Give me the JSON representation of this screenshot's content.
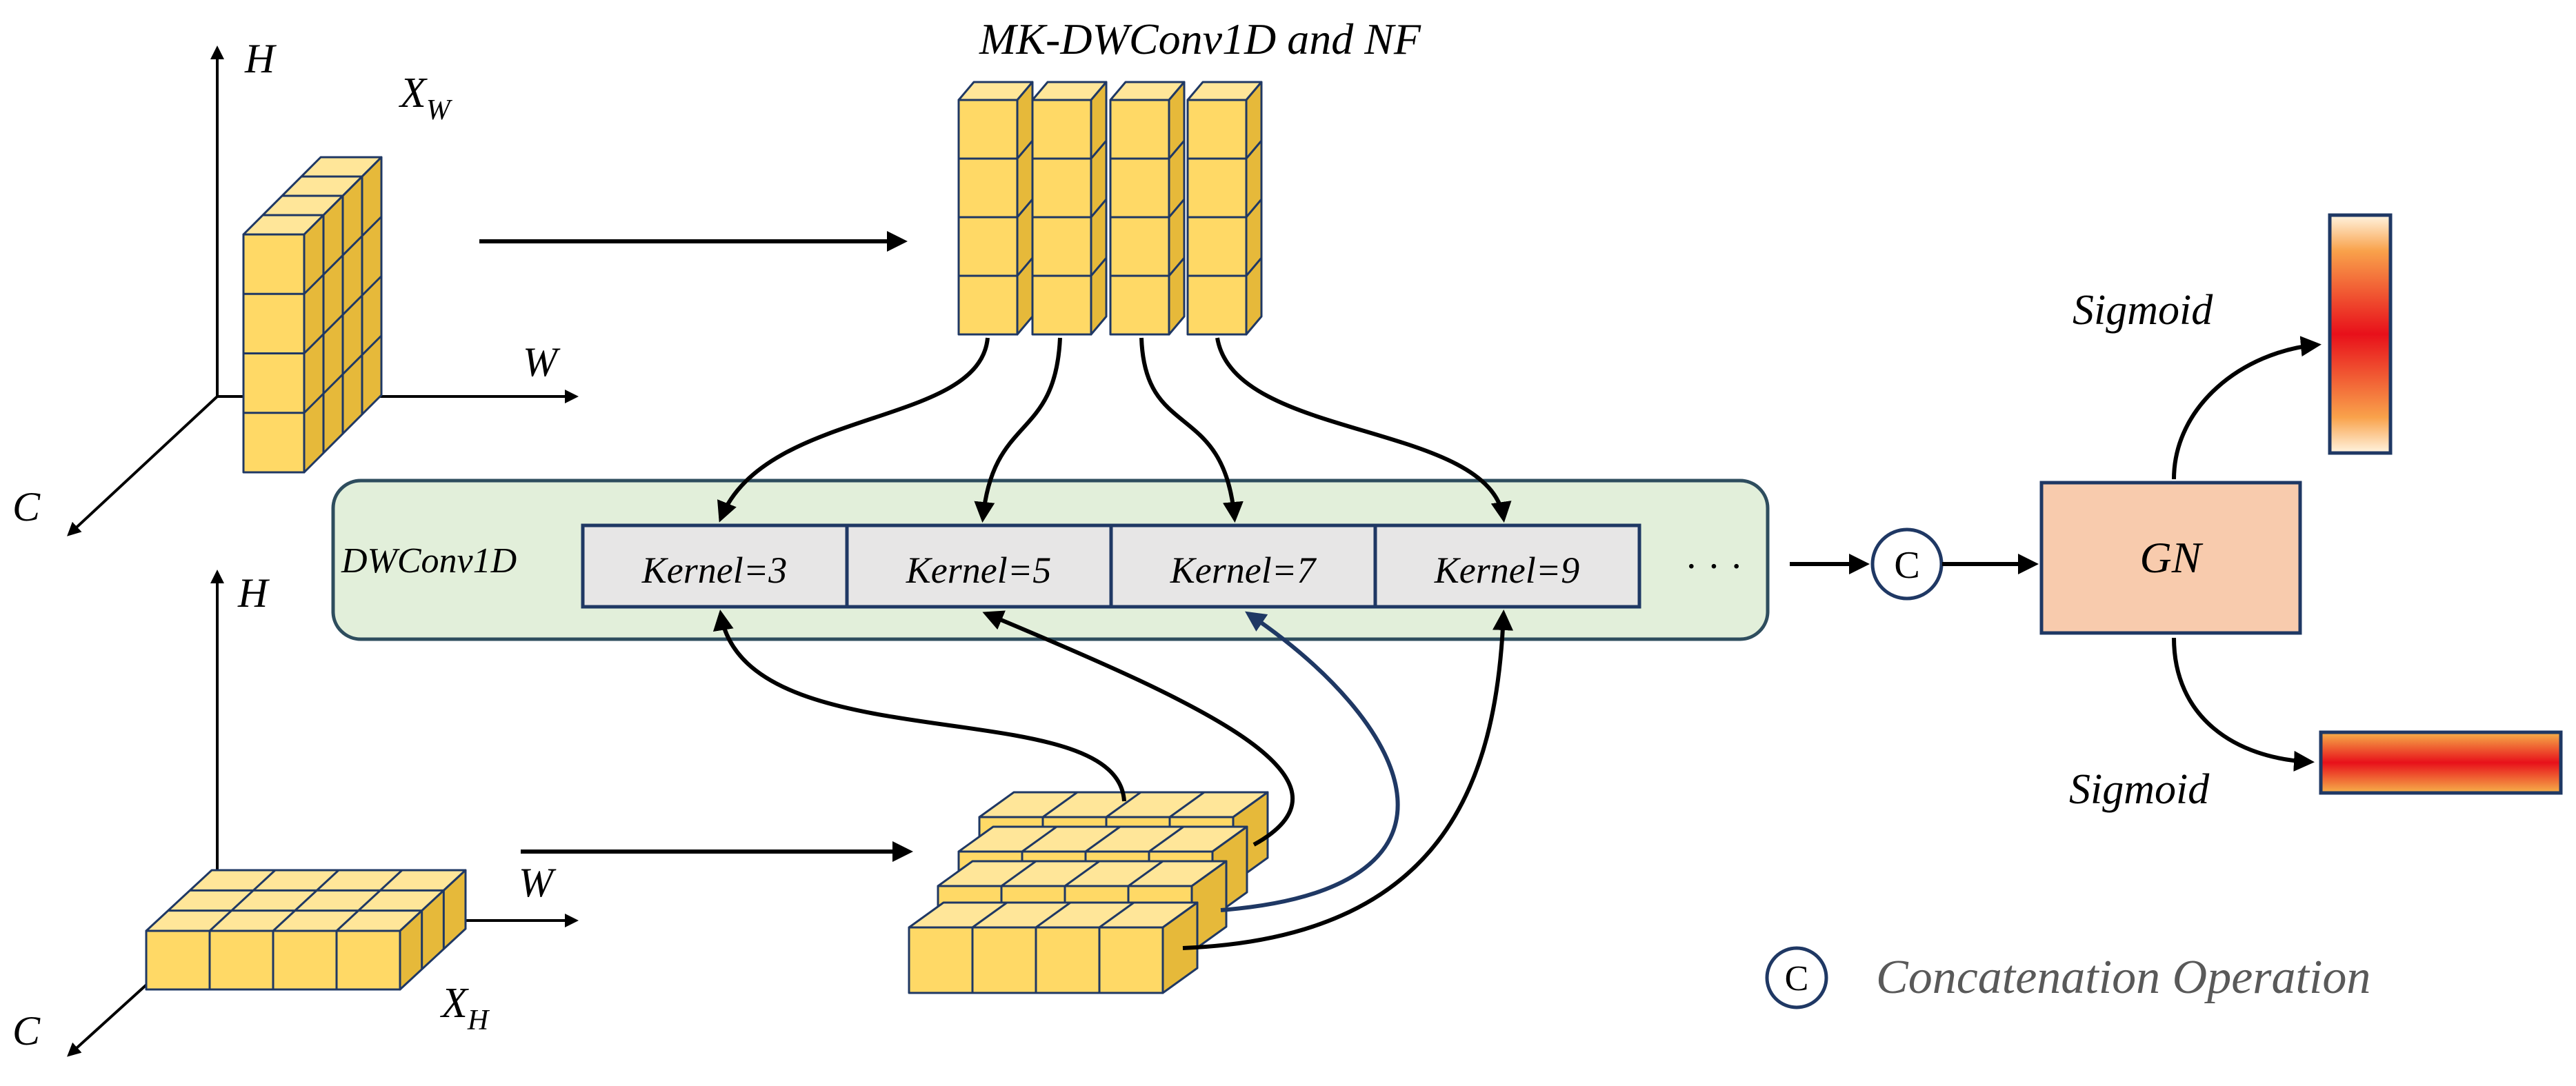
{
  "title": "MK-DWConv1D and NF",
  "axes_top": {
    "h_label": "H",
    "w_label": "W",
    "c_label": "C",
    "tensor_label": "X",
    "tensor_sub": "W"
  },
  "axes_bottom": {
    "h_label": "H",
    "w_label": "W",
    "c_label": "C",
    "tensor_label": "X",
    "tensor_sub": "H"
  },
  "dwconv": {
    "label": "DWConv1D",
    "kernels": [
      "Kernel=3",
      "Kernel=5",
      "Kernel=7",
      "Kernel=9"
    ],
    "ellipsis": "· · ·"
  },
  "concat_symbol": "C",
  "gn_label": "GN",
  "sigmoid_top": "Sigmoid",
  "sigmoid_bottom": "Sigmoid",
  "legend": {
    "symbol": "C",
    "text": "Concatenation Operation"
  },
  "colors": {
    "cube_face": "#FFD966",
    "cube_top": "#FFE699",
    "cube_side": "#E6B93A",
    "cube_edge": "#1F3864",
    "panel_fill": "#E2EFDA",
    "panel_stroke": "#2E4D5E",
    "kernel_fill": "#E7E6E6",
    "kernel_stroke": "#1F3864",
    "gn_fill": "#F8CBAD",
    "gn_stroke": "#1F3864",
    "dark_arrow": "#1F3864"
  }
}
